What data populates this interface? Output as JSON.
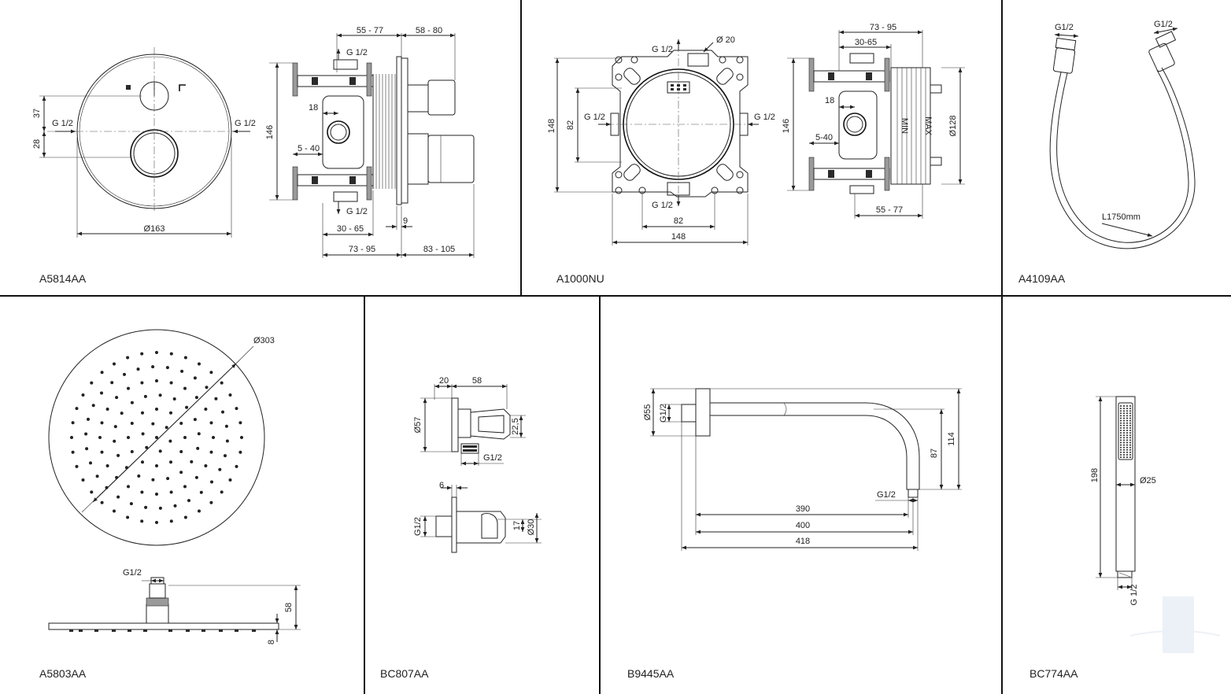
{
  "panels": [
    {
      "id": "mixer",
      "code": "A5814AA",
      "dims": {
        "d1": "37",
        "d2": "28",
        "g_left": "G 1/2",
        "g_right": "G 1/2",
        "dia": "Ø163",
        "s1": "55 - 77",
        "s2": "58 - 80",
        "s3": "G 1/2",
        "s4": "18",
        "s5": "146",
        "s6": "5 - 40",
        "s7": "G 1/2",
        "s8": "9",
        "s9": "30 - 65",
        "s10": "73 - 95",
        "s11": "83 - 105"
      }
    },
    {
      "id": "box",
      "code": "A1000NU",
      "dims": {
        "g_top": "G 1/2",
        "dia20": "Ø 20",
        "g_left": "G 1/2",
        "g_right": "G 1/2",
        "g_bottom": "G 1/2",
        "h148": "148",
        "h82": "82",
        "w82": "82",
        "w148": "148",
        "s1": "73 - 95",
        "s2": "30-65",
        "s3": "18",
        "s4": "146",
        "s5": "5-40",
        "s6": "Ø128",
        "s7": "55 - 77",
        "label_min": "MIN",
        "label_max": "MAX"
      }
    },
    {
      "id": "hose",
      "code": "A4109AA",
      "dims": {
        "g1": "G1/2",
        "g2": "G1/2",
        "length": "L1750mm"
      }
    },
    {
      "id": "head",
      "code": "A5803AA",
      "dims": {
        "dia": "Ø303",
        "g": "G1/2",
        "h58": "58",
        "h8": "8"
      }
    },
    {
      "id": "elbow",
      "code": "BC807AA",
      "dims": {
        "d20": "20",
        "d58": "58",
        "d57": "Ø57",
        "d225": "22,5",
        "g1": "G1/2",
        "d6": "6",
        "g2": "G1/2",
        "d17": "17",
        "d30": "Ø30"
      }
    },
    {
      "id": "arm",
      "code": "B9445AA",
      "dims": {
        "d55": "Ø55",
        "g1": "G1/2",
        "h114": "114",
        "h87": "87",
        "g2": "G1/2",
        "l390": "390",
        "l400": "400",
        "l418": "418"
      }
    },
    {
      "id": "handshower",
      "code": "BC774AA",
      "dims": {
        "h198": "198",
        "d25": "Ø25",
        "g": "G 1/2"
      }
    }
  ]
}
